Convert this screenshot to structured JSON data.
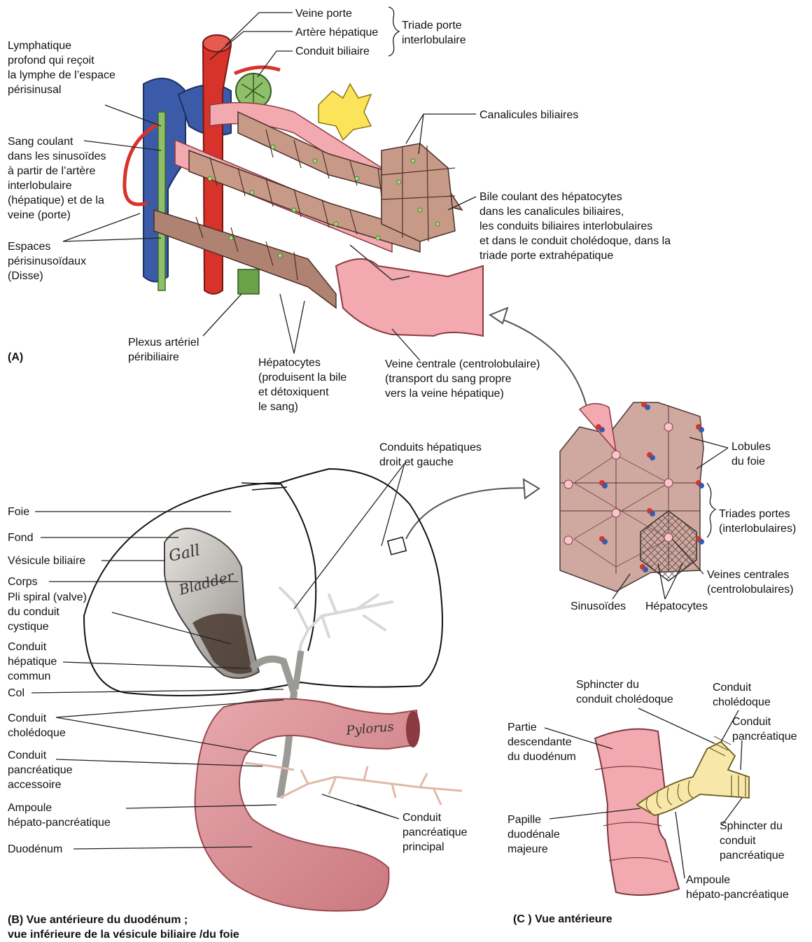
{
  "panel_a": {
    "tag": "(A)",
    "labels": {
      "veine_porte": "Veine porte",
      "artere_hepatique": "Artère hépatique",
      "conduit_biliaire": "Conduit biliaire",
      "triade": "Triade porte\ninterlobulaire",
      "lymphatique": "Lymphatique\nprofond qui reçoit\nla lymphe de l’espace\npérisinusal",
      "canalicules": "Canalicules biliaires",
      "sang": "Sang coulant\ndans les sinusoïdes\nà partir de l’artère\ninterlobulaire\n(hépatique) et de la\nveine (porte)",
      "bile": "Bile coulant des hépatocytes\ndans les canalicules biliaires,\nles conduits biliaires interlobulaires\net dans le conduit cholédoque, dans la\ntriade porte extrahépatique",
      "espaces": "Espaces\npérisinusoïdaux\n(Disse)",
      "plexus": "Plexus artériel\npéribiliaire",
      "hepatocytes": "Hépatocytes\n(produisent la bile\net détoxiquent\nle sang)",
      "veine_centrale": "Veine centrale (centrolobulaire)\n(transport du sang propre\nvers la veine hépatique)"
    }
  },
  "lobule": {
    "labels": {
      "lobules": "Lobules\ndu foie",
      "triades": "Triades portes\n(interlobulaires)",
      "veines_centrales": "Veines centrales\n(centrolobulaires)",
      "sinusoides": "Sinusoïdes",
      "hepatocytes": "Hépatocytes"
    }
  },
  "panel_b": {
    "caption": "(B) Vue antérieure du duodénum ;\nvue inférieure de la vésicule biliaire /du foie",
    "labels": {
      "conduits_hepatiques": "Conduits hépatiques\ndroit et gauche",
      "foie": "Foie",
      "fond": "Fond",
      "vesicule": "Vésicule biliaire",
      "corps": "Corps",
      "pli": "Pli spiral (valve)\ndu conduit\ncystique",
      "hepatique_commun": "Conduit\nhépatique\ncommun",
      "col": "Col",
      "choledoque": "Conduit\ncholédoque",
      "accessoire": "Conduit\npancréatique\naccessoire",
      "ampoule": "Ampoule\nhépato-pancréatique",
      "duodenum": "Duodénum",
      "principal": "Conduit\npancréatique\nprincipal"
    },
    "handwritten": {
      "gall": "Gall",
      "bladder": "Bladder",
      "pylorus": "Pylorus"
    }
  },
  "panel_c": {
    "caption": "(C ) Vue antérieure",
    "labels": {
      "sphincter_choledoque": "Sphincter du\nconduit cholédoque",
      "conduit_choledoque": "Conduit\ncholédoque",
      "conduit_pancreatique": "Conduit\npancréatique",
      "partie": "Partie\ndescendante\ndu duodénum",
      "papille": "Papille\nduodénale\nmajeure",
      "sphincter_pancreatique": "Sphincter du\nconduit\npancréatique",
      "ampoule": "Ampoule\nhépato-pancréatique"
    }
  },
  "colors": {
    "vein": "#3b5ba9",
    "artery": "#d8332a",
    "bile_duct": "#8fbf6a",
    "sinusoid": "#f3a9b0",
    "hepatocyte": "#c79a88",
    "duodenum": "#d98a8f",
    "gallbladder": "#b5b0aa"
  }
}
